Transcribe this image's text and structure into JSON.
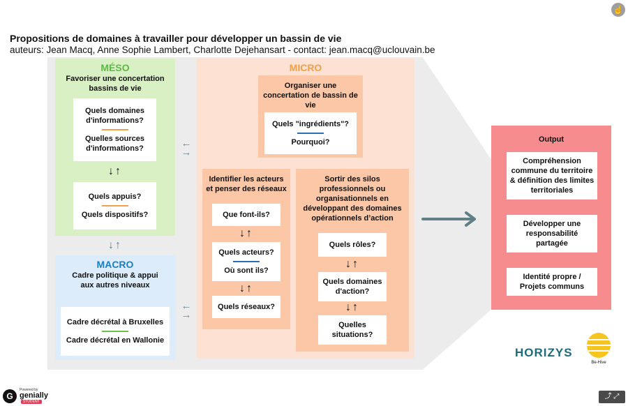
{
  "header": {
    "title": "Propositions de domaines à travailler pour développer un bassin de vie",
    "authors": "auteurs: Jean Macq, Anne Sophie Lambert, Charlotte Dejehansart - contact: jean.macq@uclouvain.be"
  },
  "colors": {
    "meso_bg": "#d9efc4",
    "meso_title": "#5bbb45",
    "macro_bg": "#dcecfa",
    "macro_title": "#1a7ec2",
    "micro_bg": "#fde1d2",
    "micro_title": "#f0a048",
    "micro_sub_bg": "#fbc7a6",
    "output_bg": "#f78c8e",
    "orange_line": "#f4a04a",
    "green_line": "#6cc04a",
    "blue_line": "#2a6fb5",
    "arrow": "#607f87"
  },
  "meso": {
    "title": "MÉSO",
    "subtitle": "Favoriser une concertation bassins de vie",
    "card1": {
      "a": "Quels domaines d'informations?",
      "b": "Quelles sources d'informations?"
    },
    "arrows": "↓↑",
    "card2": {
      "a": "Quels appuis?",
      "b": "Quels dispositifs?"
    }
  },
  "meso_macro_arrows": "↓↑",
  "macro": {
    "title": "MACRO",
    "subtitle": "Cadre politique & appui aux autres niveaux",
    "card": {
      "a": "Cadre décrétal à Bruxelles",
      "b": "Cadre décrétal en Wallonie"
    }
  },
  "h_arrows": {
    "top": "←\n→",
    "bottom": "←\n→"
  },
  "micro": {
    "title": "MICRO",
    "org": {
      "head": "Organiser une concertation de bassin de vie",
      "a": "Quels \"ingrédients\"?",
      "b": "Pourquoi?"
    },
    "actors": {
      "head": "Identifier les acteurs et penser des réseaux",
      "q1": "Que  font-ils?",
      "arrows1": "↓↑",
      "q2a": "Quels acteurs?",
      "q2b": "Où sont ils?",
      "arrows2": "↓↑",
      "q3": "Quels réseaux?"
    },
    "silos": {
      "head": "Sortir des silos professionnels ou organisationnels en développant des domaines opérationnels d’action",
      "q1": "Quels rôles?",
      "arrows1": "↓↑",
      "q2": "Quels domaines d'action?",
      "arrows2": "↓↑",
      "q3": "Quelles situations?"
    }
  },
  "output": {
    "title": "Output",
    "item1": "Compréhension commune du territoire & définition des limites territoriales",
    "item2": "Développer une responsabilité partagée",
    "item3": "Identité propre / Projets communs"
  },
  "logos": {
    "horizys": "HORIZYS",
    "behive": "Be-Hive",
    "genially_powered": "Powered by",
    "genially": "genially",
    "genially_student": "STUDENT"
  },
  "icons": {
    "corner": "hand-icon",
    "share": "share-icon",
    "fullscreen": "fullscreen-icon"
  }
}
